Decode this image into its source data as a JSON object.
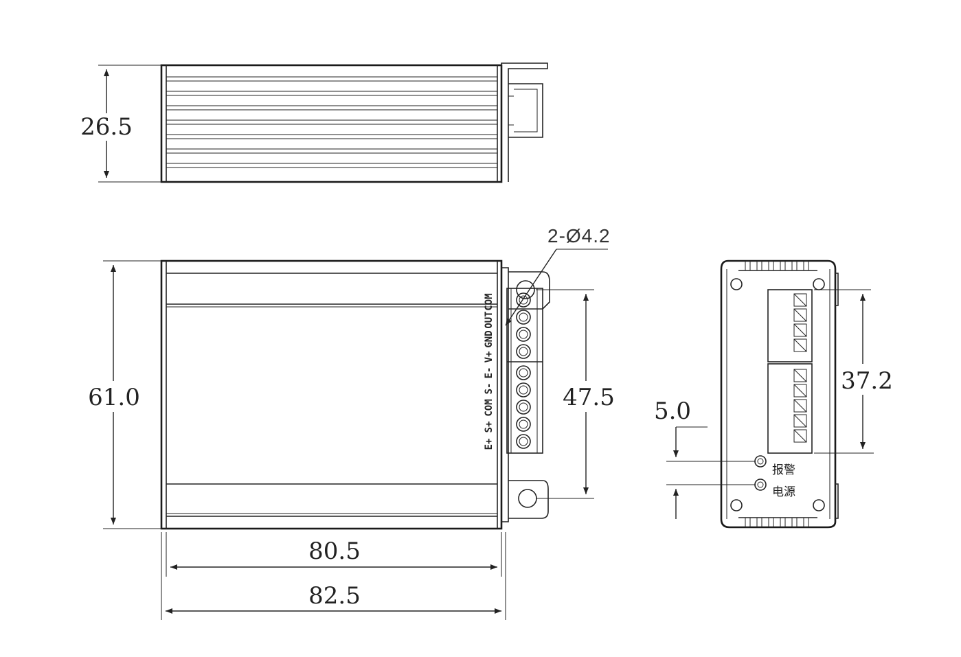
{
  "dimensions": {
    "height_top": "26.5",
    "height_front": "61.0",
    "terminal_span": "47.5",
    "width_inner": "80.5",
    "width_outer": "82.5",
    "end_terminal_span": "37.2",
    "led_spacing": "5.0",
    "mount_holes": "2-Ø4.2"
  },
  "terminals": {
    "labels": [
      "E+",
      "S+",
      "COM",
      "S-",
      "E-",
      "V+",
      "GND",
      "OUT",
      "COM"
    ]
  },
  "leds": {
    "upper": "报警",
    "lower": "电源"
  }
}
